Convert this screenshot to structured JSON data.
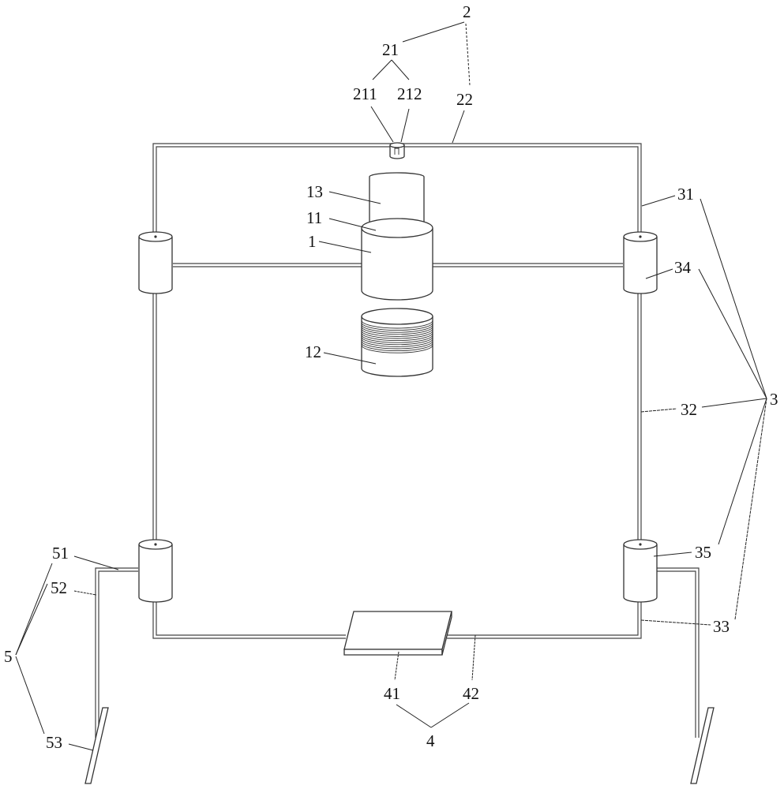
{
  "figure": {
    "type": "patent technical drawing",
    "labels": {
      "l2": "2",
      "l21": "21",
      "l211": "211",
      "l212": "212",
      "l22": "22",
      "l13": "13",
      "l11": "11",
      "l1": "1",
      "l12": "12",
      "l31": "31",
      "l34": "34",
      "l32": "32",
      "l3": "3",
      "l35": "35",
      "l33": "33",
      "l51": "51",
      "l52": "52",
      "l5": "5",
      "l53": "53",
      "l41": "41",
      "l42": "42",
      "l4": "4"
    },
    "components": [
      {
        "ref": "1",
        "name": "main cylinder body"
      },
      {
        "ref": "11",
        "name": "upper face"
      },
      {
        "ref": "12",
        "name": "coil cylinder"
      },
      {
        "ref": "13",
        "name": "top cylinder"
      },
      {
        "ref": "2",
        "name": "assembly 2"
      },
      {
        "ref": "21",
        "name": "connector"
      },
      {
        "ref": "211",
        "name": "connector part 211"
      },
      {
        "ref": "212",
        "name": "connector part 212"
      },
      {
        "ref": "22",
        "name": "top line"
      },
      {
        "ref": "3",
        "name": "frame assembly"
      },
      {
        "ref": "31",
        "name": "upper vertical line"
      },
      {
        "ref": "32",
        "name": "middle vertical line"
      },
      {
        "ref": "33",
        "name": "lower line"
      },
      {
        "ref": "34",
        "name": "upper sleeve"
      },
      {
        "ref": "35",
        "name": "lower sleeve"
      },
      {
        "ref": "4",
        "name": "base assembly"
      },
      {
        "ref": "41",
        "name": "plate"
      },
      {
        "ref": "42",
        "name": "bottom line"
      },
      {
        "ref": "5",
        "name": "leg assembly"
      },
      {
        "ref": "51",
        "name": "horizontal arm"
      },
      {
        "ref": "52",
        "name": "vertical leg"
      },
      {
        "ref": "53",
        "name": "foot"
      }
    ]
  }
}
